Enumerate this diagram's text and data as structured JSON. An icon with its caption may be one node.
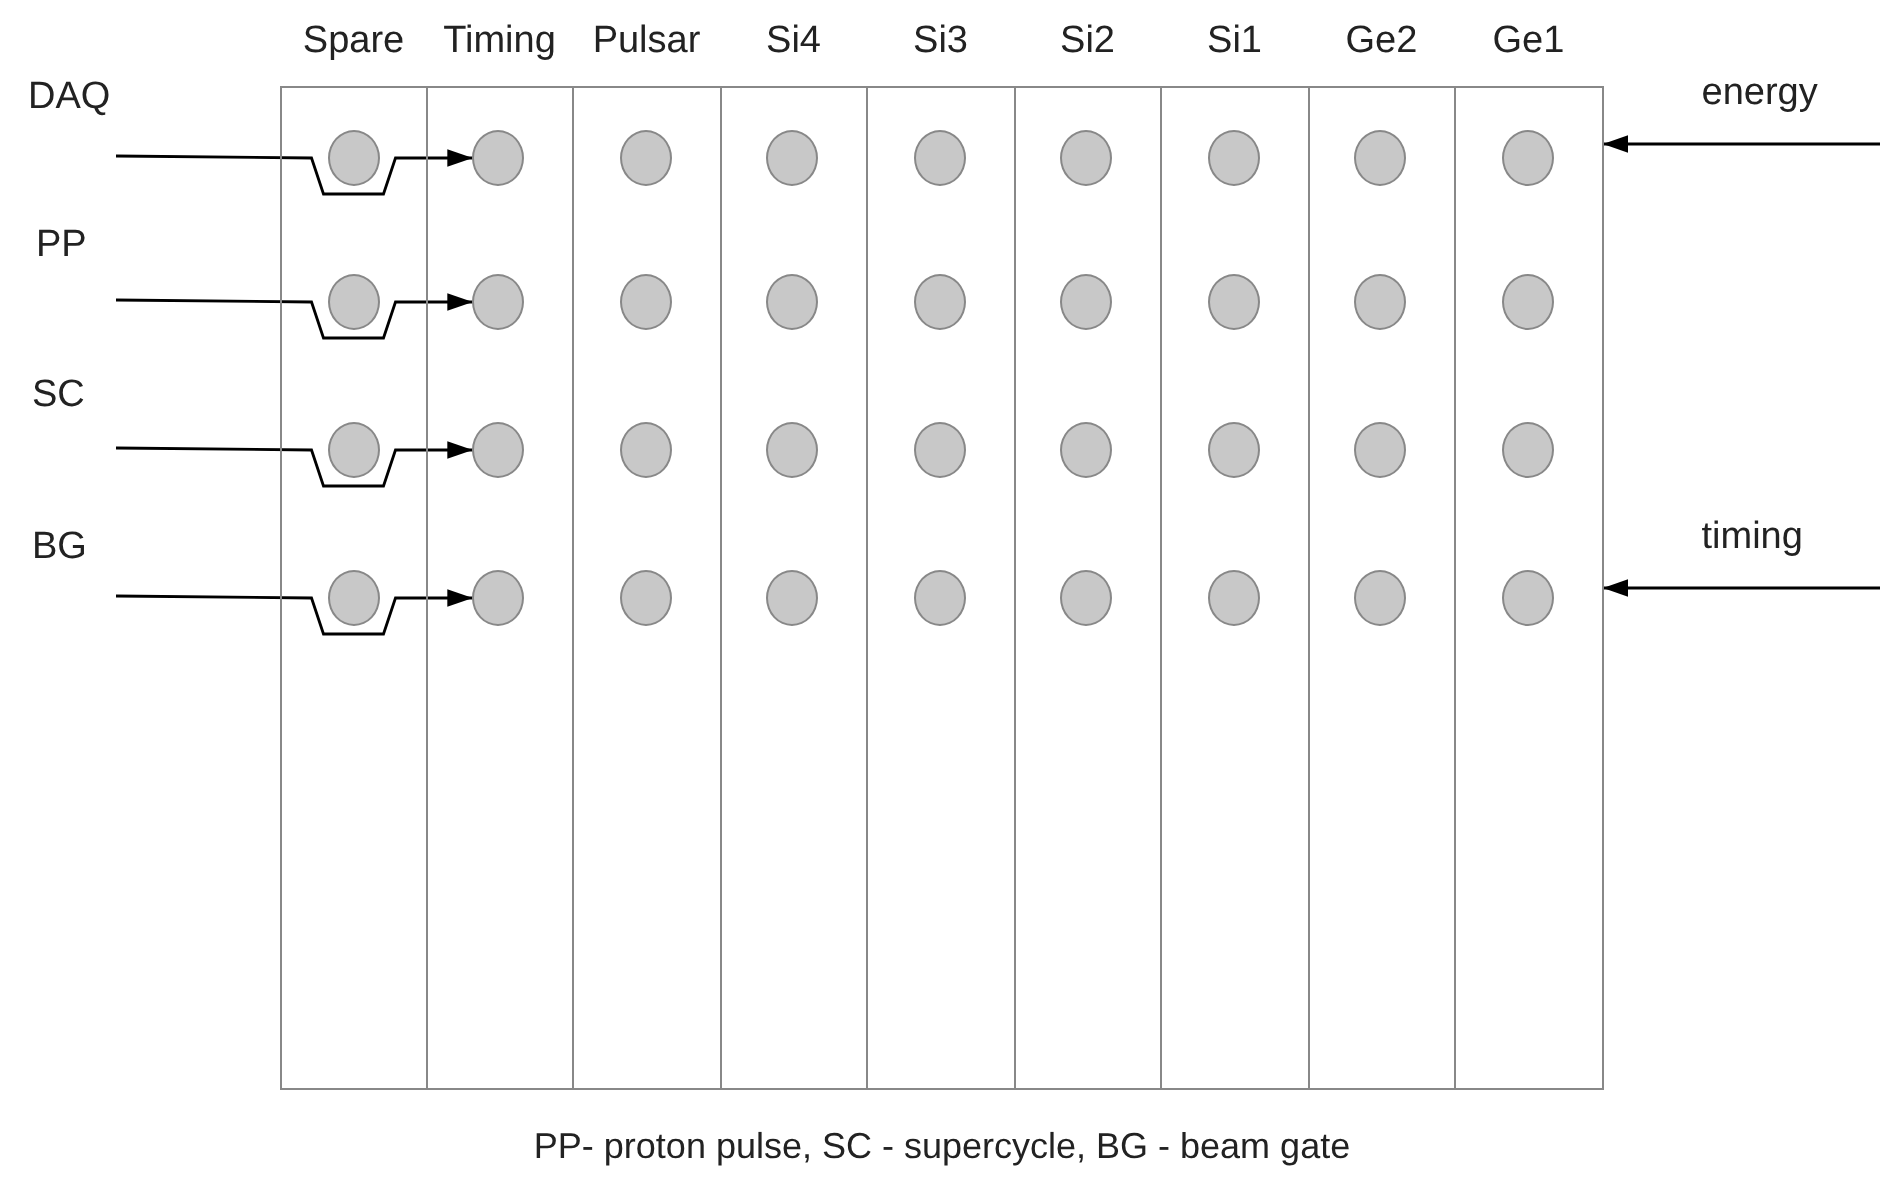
{
  "diagram": {
    "caption": "PP- proton pulse, SC - supercycle, BG - beam gate",
    "nodes": [
      {
        "text": [
          "Spare"
        ]
      },
      {
        "text": [],
        "shape": "circle",
        "in": 0
      },
      {
        "text": [],
        "shape": "circle",
        "in": 0
      },
      {
        "text": [],
        "shape": "circle",
        "in": 0
      },
      {
        "text": [],
        "shape": "circle",
        "in": 0
      },
      {
        "text": [
          "Timing"
        ]
      },
      {
        "text": [],
        "shape": "circle",
        "in": 5
      },
      {
        "text": [],
        "shape": "circle",
        "in": 5
      },
      {
        "text": [],
        "shape": "circle",
        "in": 5
      },
      {
        "text": [],
        "shape": "circle",
        "in": 5
      },
      {
        "text": [
          "Pulsar"
        ]
      },
      {
        "text": [],
        "shape": "circle",
        "in": 10
      },
      {
        "text": [],
        "shape": "circle",
        "in": 10
      },
      {
        "text": [],
        "shape": "circle",
        "in": 10
      },
      {
        "text": [],
        "shape": "circle",
        "in": 10
      },
      {
        "text": [
          "Si4"
        ]
      },
      {
        "text": [],
        "shape": "circle",
        "in": 15
      },
      {
        "text": [],
        "shape": "circle",
        "in": 15
      },
      {
        "text": [],
        "shape": "circle",
        "in": 15
      },
      {
        "text": [],
        "shape": "circle",
        "in": 15
      },
      {
        "text": [
          "Si3"
        ]
      },
      {
        "text": [],
        "shape": "circle",
        "in": 20
      },
      {
        "text": [],
        "shape": "circle",
        "in": 20
      },
      {
        "text": [],
        "shape": "circle",
        "in": 20
      },
      {
        "text": [],
        "shape": "circle",
        "in": 20
      },
      {
        "text": [
          "Si2"
        ]
      },
      {
        "text": [],
        "shape": "circle",
        "in": 25
      },
      {
        "text": [],
        "shape": "circle",
        "in": 25
      },
      {
        "text": [],
        "shape": "circle",
        "in": 25
      },
      {
        "text": [],
        "shape": "circle",
        "in": 25
      },
      {
        "text": [
          "Si1"
        ]
      },
      {
        "text": [],
        "shape": "circle",
        "in": 30
      },
      {
        "text": [],
        "shape": "circle",
        "in": 30
      },
      {
        "text": [],
        "shape": "circle",
        "in": 30
      },
      {
        "text": [],
        "shape": "circle",
        "in": 30
      },
      {
        "text": [
          "Ge2"
        ]
      },
      {
        "text": [],
        "shape": "circle",
        "in": 35
      },
      {
        "text": [],
        "shape": "circle",
        "in": 35
      },
      {
        "text": [],
        "shape": "circle",
        "in": 35
      },
      {
        "text": [],
        "shape": "circle",
        "in": 35
      },
      {
        "text": [
          "Ge1"
        ]
      },
      {
        "text": [],
        "shape": "circle",
        "in": 40
      },
      {
        "text": [],
        "shape": "circle",
        "in": 40
      },
      {
        "text": [],
        "shape": "circle",
        "in": 40
      },
      {
        "text": [],
        "shape": "circle",
        "in": 40
      },
      {
        "text": [
          "DAQ"
        ]
      },
      {
        "text": [
          "PP"
        ]
      },
      {
        "text": [
          "SC"
        ]
      },
      {
        "text": [
          "BG"
        ]
      }
    ],
    "edges": [
      {
        "from": 45,
        "to": 6,
        "arrow": "to"
      },
      {
        "from": 46,
        "to": 7,
        "arrow": "to"
      },
      {
        "from": 47,
        "to": 8,
        "arrow": "to"
      },
      {
        "from": 48,
        "to": 9,
        "arrow": "to"
      },
      {
        "from": null,
        "to": 40,
        "arrow": "to",
        "label": "energy"
      },
      {
        "from": null,
        "to": 40,
        "arrow": "to",
        "label": "timing"
      }
    ]
  }
}
